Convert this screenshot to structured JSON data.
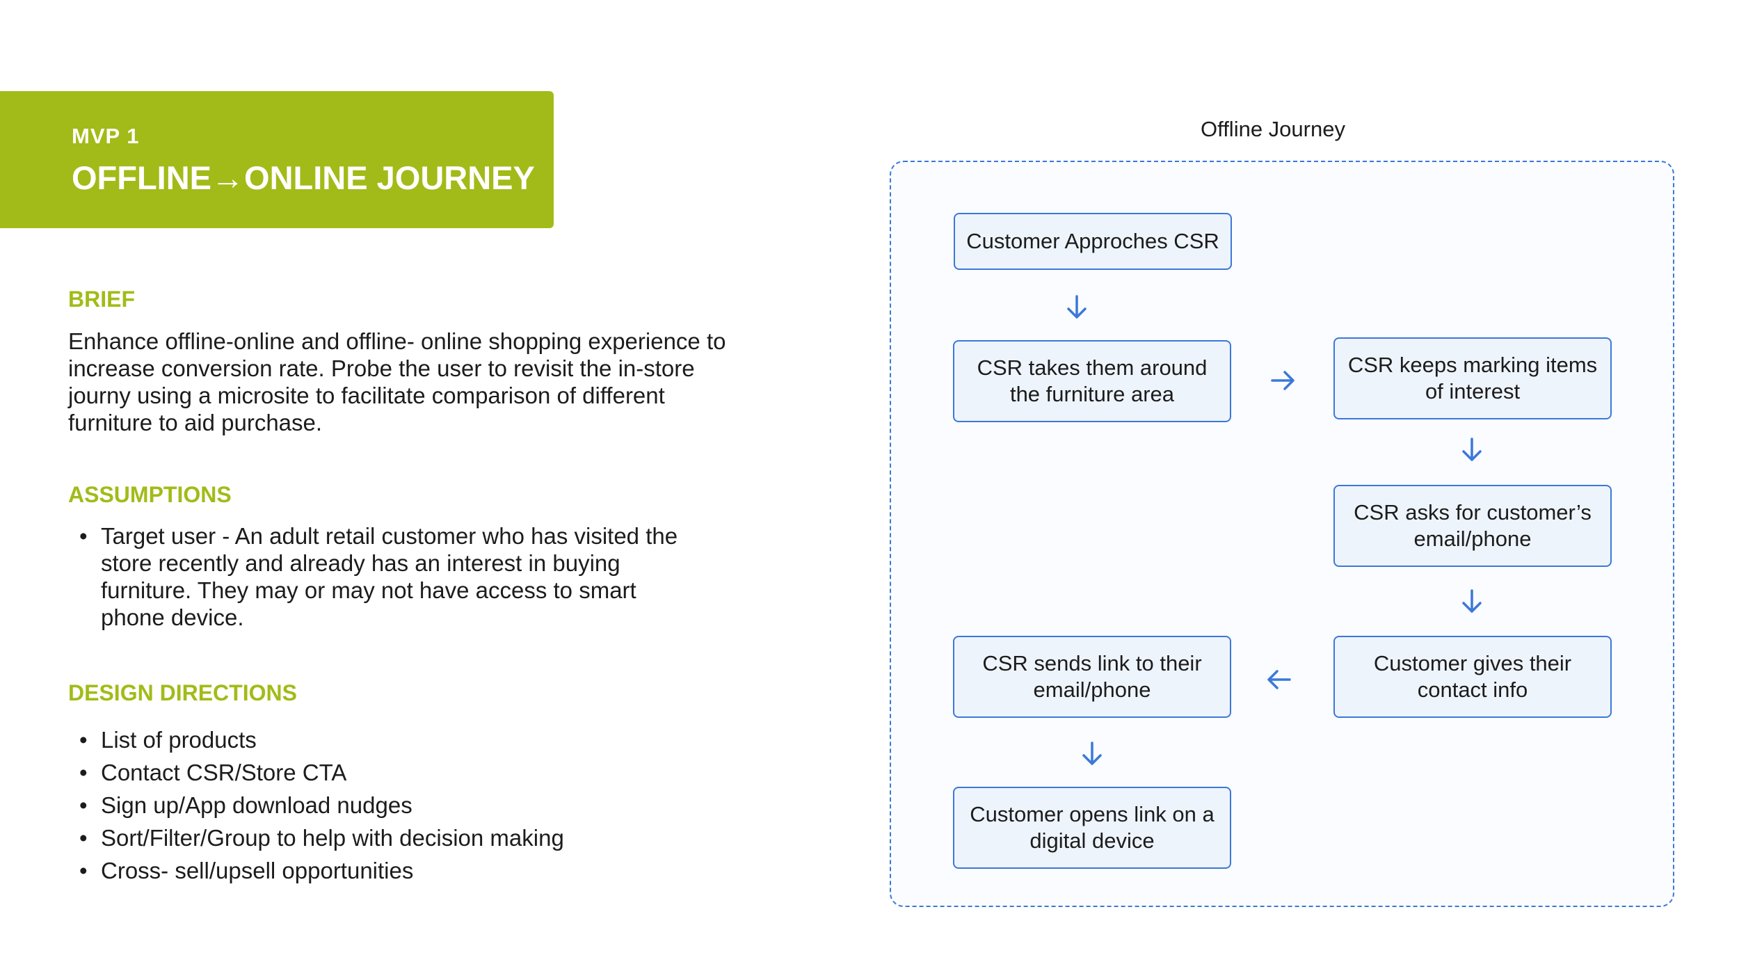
{
  "banner": {
    "kicker": "MVP 1",
    "title": "OFFLINE→ONLINE JOURNEY"
  },
  "brief": {
    "heading": "BRIEF",
    "text": "Enhance offline-online and offline- online shopping experience to increase conversion rate. Probe the user to revisit the in-store journy using a microsite to facilitate comparison of different furniture to aid purchase."
  },
  "assumptions": {
    "heading": "ASSUMPTIONS",
    "items": [
      "Target user - An adult retail customer who has visited the store recently and already has an interest in buying furniture. They may or may not have access to smart phone device."
    ]
  },
  "design_directions": {
    "heading": "DESIGN DIRECTIONS",
    "items": [
      "List of products",
      "Contact CSR/Store CTA",
      "Sign up/App download nudges",
      "Sort/Filter/Group to help with decision making",
      "Cross- sell/upsell opportunities"
    ]
  },
  "journey": {
    "title": "Offline Journey",
    "border_color": "#3b78d8",
    "node_fill": "#eef4fc",
    "steps": [
      "Customer Approches CSR",
      "CSR takes them around the furniture area",
      "CSR keeps marking items of interest",
      "CSR asks for customer’s email/phone",
      "Customer gives their contact info",
      "CSR sends link to their email/phone",
      "Customer opens link on a digital device"
    ]
  },
  "colors": {
    "accent": "#a2bb18",
    "arrow": "#3b78d8"
  }
}
